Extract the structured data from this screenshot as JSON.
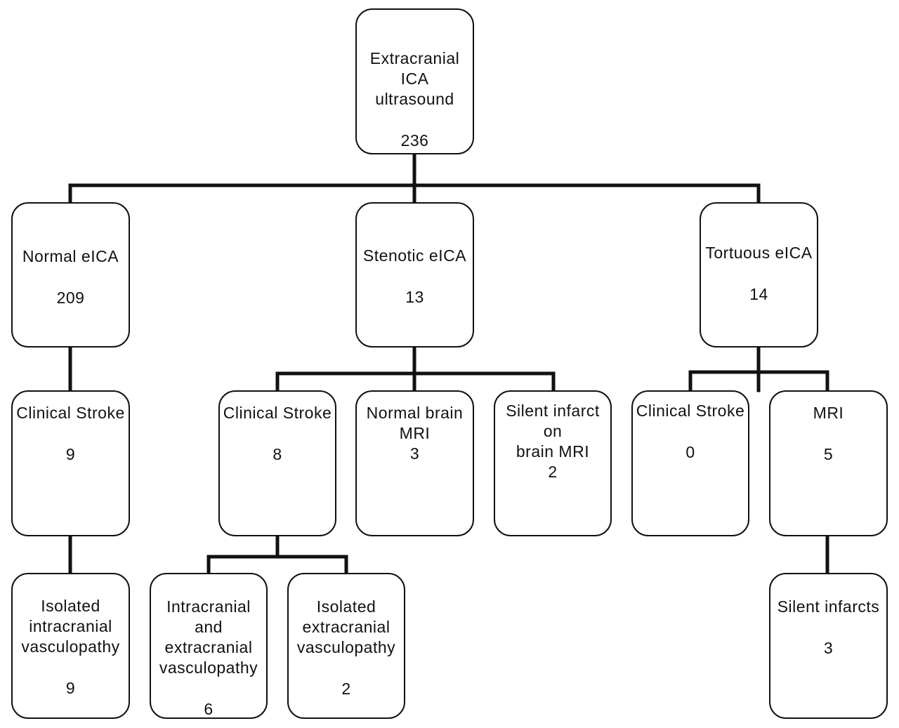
{
  "nodes": {
    "root": {
      "label": "Extracranial ICA\nultrasound",
      "count": "236"
    },
    "normal": {
      "label": "Normal eICA",
      "count": "209"
    },
    "stenotic": {
      "label": "Stenotic eICA",
      "count": "13"
    },
    "tortuous": {
      "label": "Tortuous eICA",
      "count": "14"
    },
    "n_stroke": {
      "label": "Clinical Stroke",
      "count": "9"
    },
    "s_stroke": {
      "label": "Clinical Stroke",
      "count": "8"
    },
    "s_normal_mri": {
      "label": "Normal brain\nMRI",
      "count": "3"
    },
    "s_silent": {
      "label": "Silent infarct on\nbrain MRI",
      "count": "2"
    },
    "t_stroke": {
      "label": "Clinical Stroke",
      "count": "0"
    },
    "t_mri": {
      "label": "MRI",
      "count": "5"
    },
    "n_isolated": {
      "label": "Isolated\nintracranial\nvasculopathy",
      "count": "9"
    },
    "s_intra_extra": {
      "label": "Intracranial and\nextracranial\nvasculopathy",
      "count": "6"
    },
    "s_isolated": {
      "label": "Isolated\nextracranial\nvasculopathy",
      "count": "2"
    },
    "t_silent": {
      "label": "Silent infarcts",
      "count": "3"
    }
  }
}
